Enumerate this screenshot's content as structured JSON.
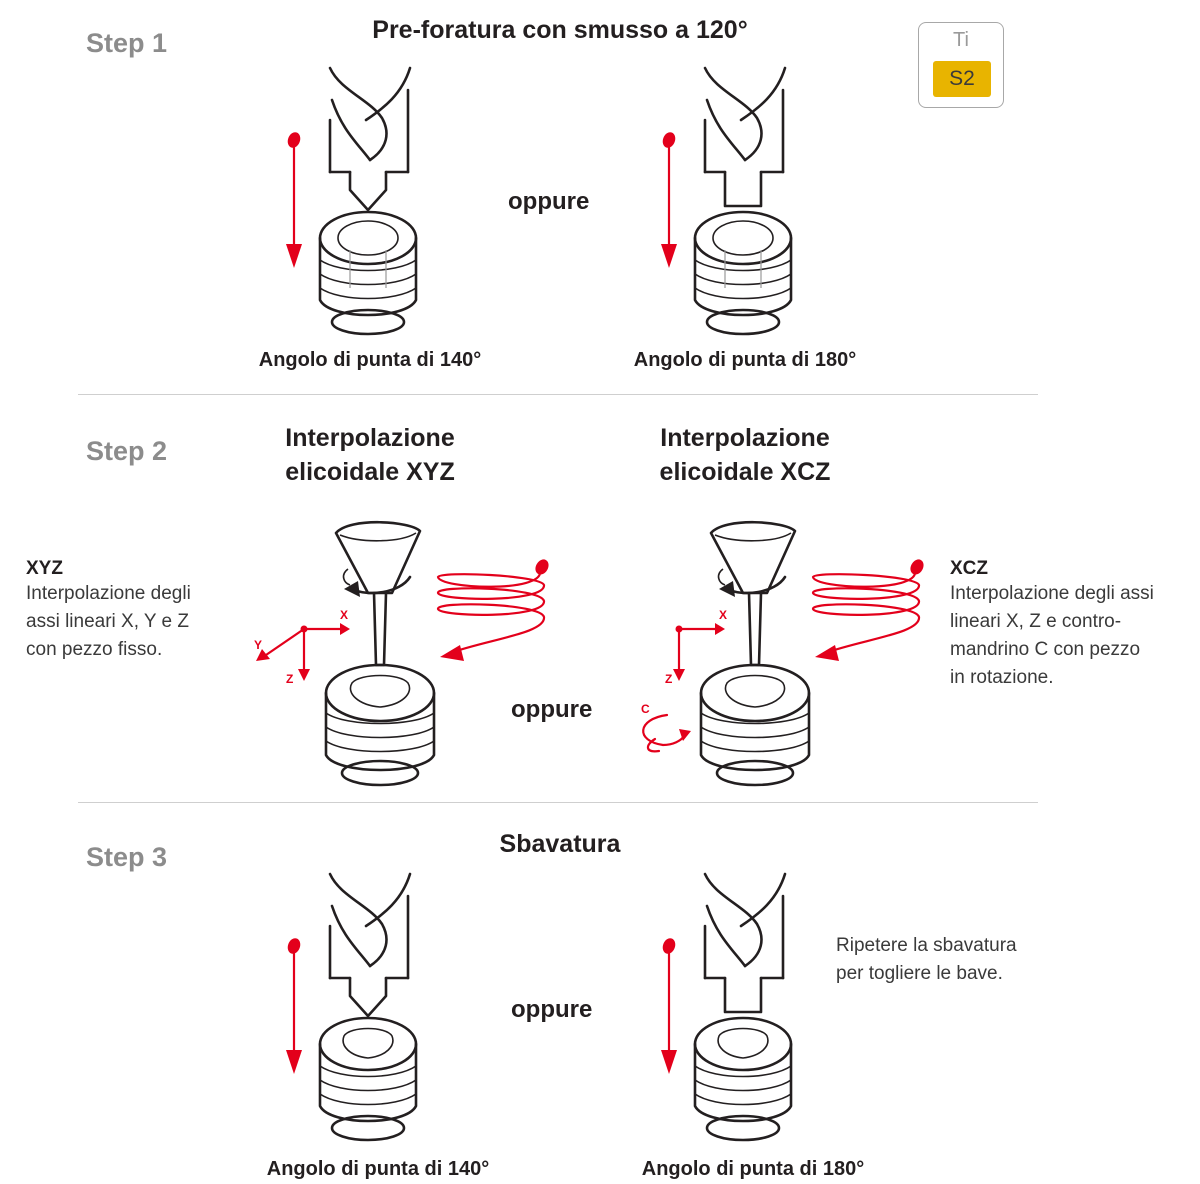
{
  "steps": [
    {
      "label": "Step 1",
      "title": "Pre-foratura con smusso a 120°",
      "separator": "oppure",
      "captions": [
        "Angolo di punta di 140°",
        "Angolo di punta di 180°"
      ]
    },
    {
      "label": "Step 2",
      "separator": "oppure",
      "titles": [
        [
          "Interpolazione",
          "elicoidale XYZ"
        ],
        [
          "Interpolazione",
          "elicoidale XCZ"
        ]
      ],
      "left_note": {
        "heading": "XYZ",
        "lines": [
          "Interpolazione degli",
          "assi lineari X, Y e Z",
          "con pezzo fisso."
        ]
      },
      "right_note": {
        "heading": "XCZ",
        "lines": [
          "Interpolazione degli assi",
          "lineari X, Z e contro-",
          "mandrino C con pezzo",
          "in rotazione."
        ]
      },
      "axes_left": {
        "x": "X",
        "y": "Y",
        "z": "Z"
      },
      "axes_right": {
        "x": "X",
        "z": "Z",
        "c": "C"
      }
    },
    {
      "label": "Step 3",
      "title": "Sbavatura",
      "separator": "oppure",
      "captions": [
        "Angolo di punta di 140°",
        "Angolo di punta di 180°"
      ],
      "note_lines": [
        "Ripetere la sbavatura",
        "per togliere le bave."
      ]
    }
  ],
  "material": {
    "top": "Ti",
    "chip": "S2",
    "chip_color": "#e8b400"
  },
  "colors": {
    "arrow": "#e3001b",
    "step_label": "#8c8c8c"
  }
}
